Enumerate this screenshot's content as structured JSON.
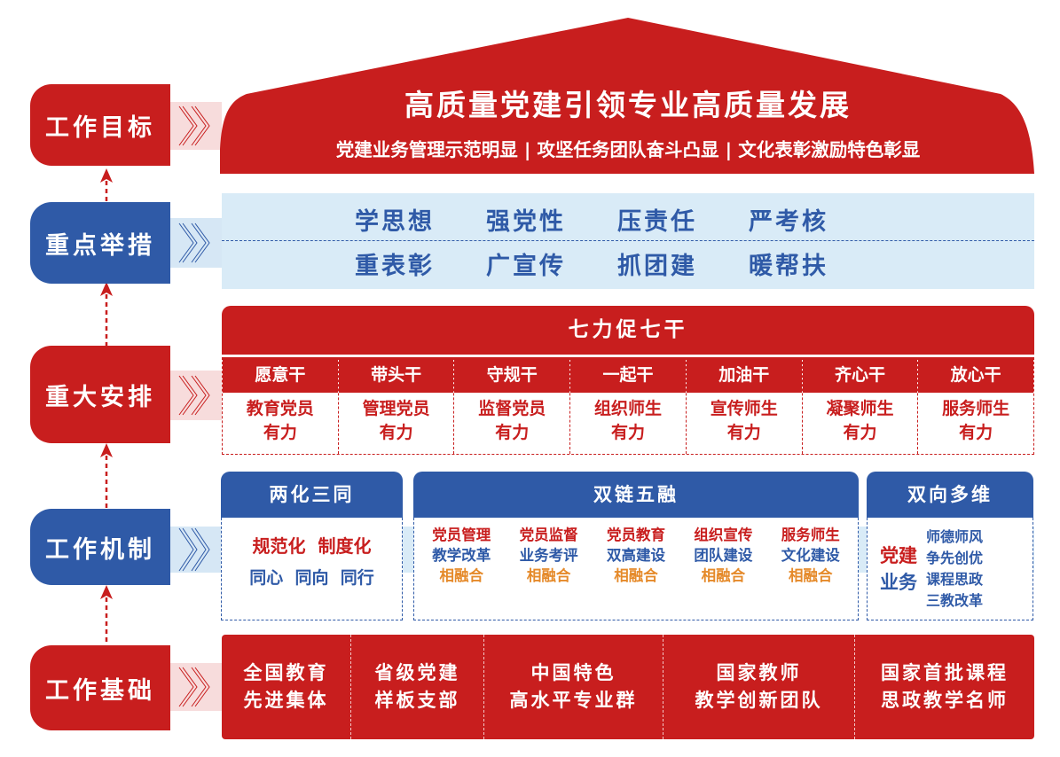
{
  "colors": {
    "red": "#c81e1e",
    "blue": "#2f5aa7",
    "light_blue": "#d9ebf7",
    "light_red": "#f7dcdc",
    "orange": "#e58a2a"
  },
  "levels": {
    "goal": "工作目标",
    "measures": "重点举措",
    "arrangement": "重大安排",
    "mechanism": "工作机制",
    "foundation": "工作基础"
  },
  "goal": {
    "title": "高质量党建引领专业高质量发展",
    "subtitle": "党建业务管理示范明显 | 攻坚任务团队奋斗凸显 | 文化表彰激励特色彰显"
  },
  "measures": {
    "row1": [
      "学思想",
      "强党性",
      "压责任",
      "严考核"
    ],
    "row2": [
      "重表彰",
      "广宣传",
      "抓团建",
      "暖帮扶"
    ]
  },
  "arrangement": {
    "title": "七力促七干",
    "columns": [
      {
        "title": "愿意干",
        "line1": "教育党员",
        "line2": "有力"
      },
      {
        "title": "带头干",
        "line1": "管理党员",
        "line2": "有力"
      },
      {
        "title": "守规干",
        "line1": "监督党员",
        "line2": "有力"
      },
      {
        "title": "一起干",
        "line1": "组织师生",
        "line2": "有力"
      },
      {
        "title": "加油干",
        "line1": "宣传师生",
        "line2": "有力"
      },
      {
        "title": "齐心干",
        "line1": "凝聚师生",
        "line2": "有力"
      },
      {
        "title": "放心干",
        "line1": "服务师生",
        "line2": "有力"
      }
    ]
  },
  "mechanism": {
    "box1": {
      "title": "两化三同",
      "red_line": "规范化  制度化",
      "blue_line": "同心  同向  同行"
    },
    "box2": {
      "title": "双链五融",
      "items": [
        {
          "red": "党员管理",
          "blue": "教学改革",
          "orange": "相融合"
        },
        {
          "red": "党员监督",
          "blue": "业务考评",
          "orange": "相融合"
        },
        {
          "red": "党员教育",
          "blue": "双高建设",
          "orange": "相融合"
        },
        {
          "red": "组织宣传",
          "blue": "团队建设",
          "orange": "相融合"
        },
        {
          "red": "服务师生",
          "blue": "文化建设",
          "orange": "相融合"
        }
      ]
    },
    "box3": {
      "title": "双向多维",
      "left_red": "党建",
      "left_blue": "业务",
      "right": [
        "师德师风",
        "争先创优",
        "课程思政",
        "三教改革"
      ]
    }
  },
  "foundation": {
    "items": [
      {
        "line1": "全国教育",
        "line2": "先进集体"
      },
      {
        "line1": "省级党建",
        "line2": "样板支部"
      },
      {
        "line1": "中国特色",
        "line2": "高水平专业群"
      },
      {
        "line1": "国家教师",
        "line2": "教学创新团队"
      },
      {
        "line1": "国家首批课程",
        "line2": "思政教学名师"
      }
    ]
  }
}
